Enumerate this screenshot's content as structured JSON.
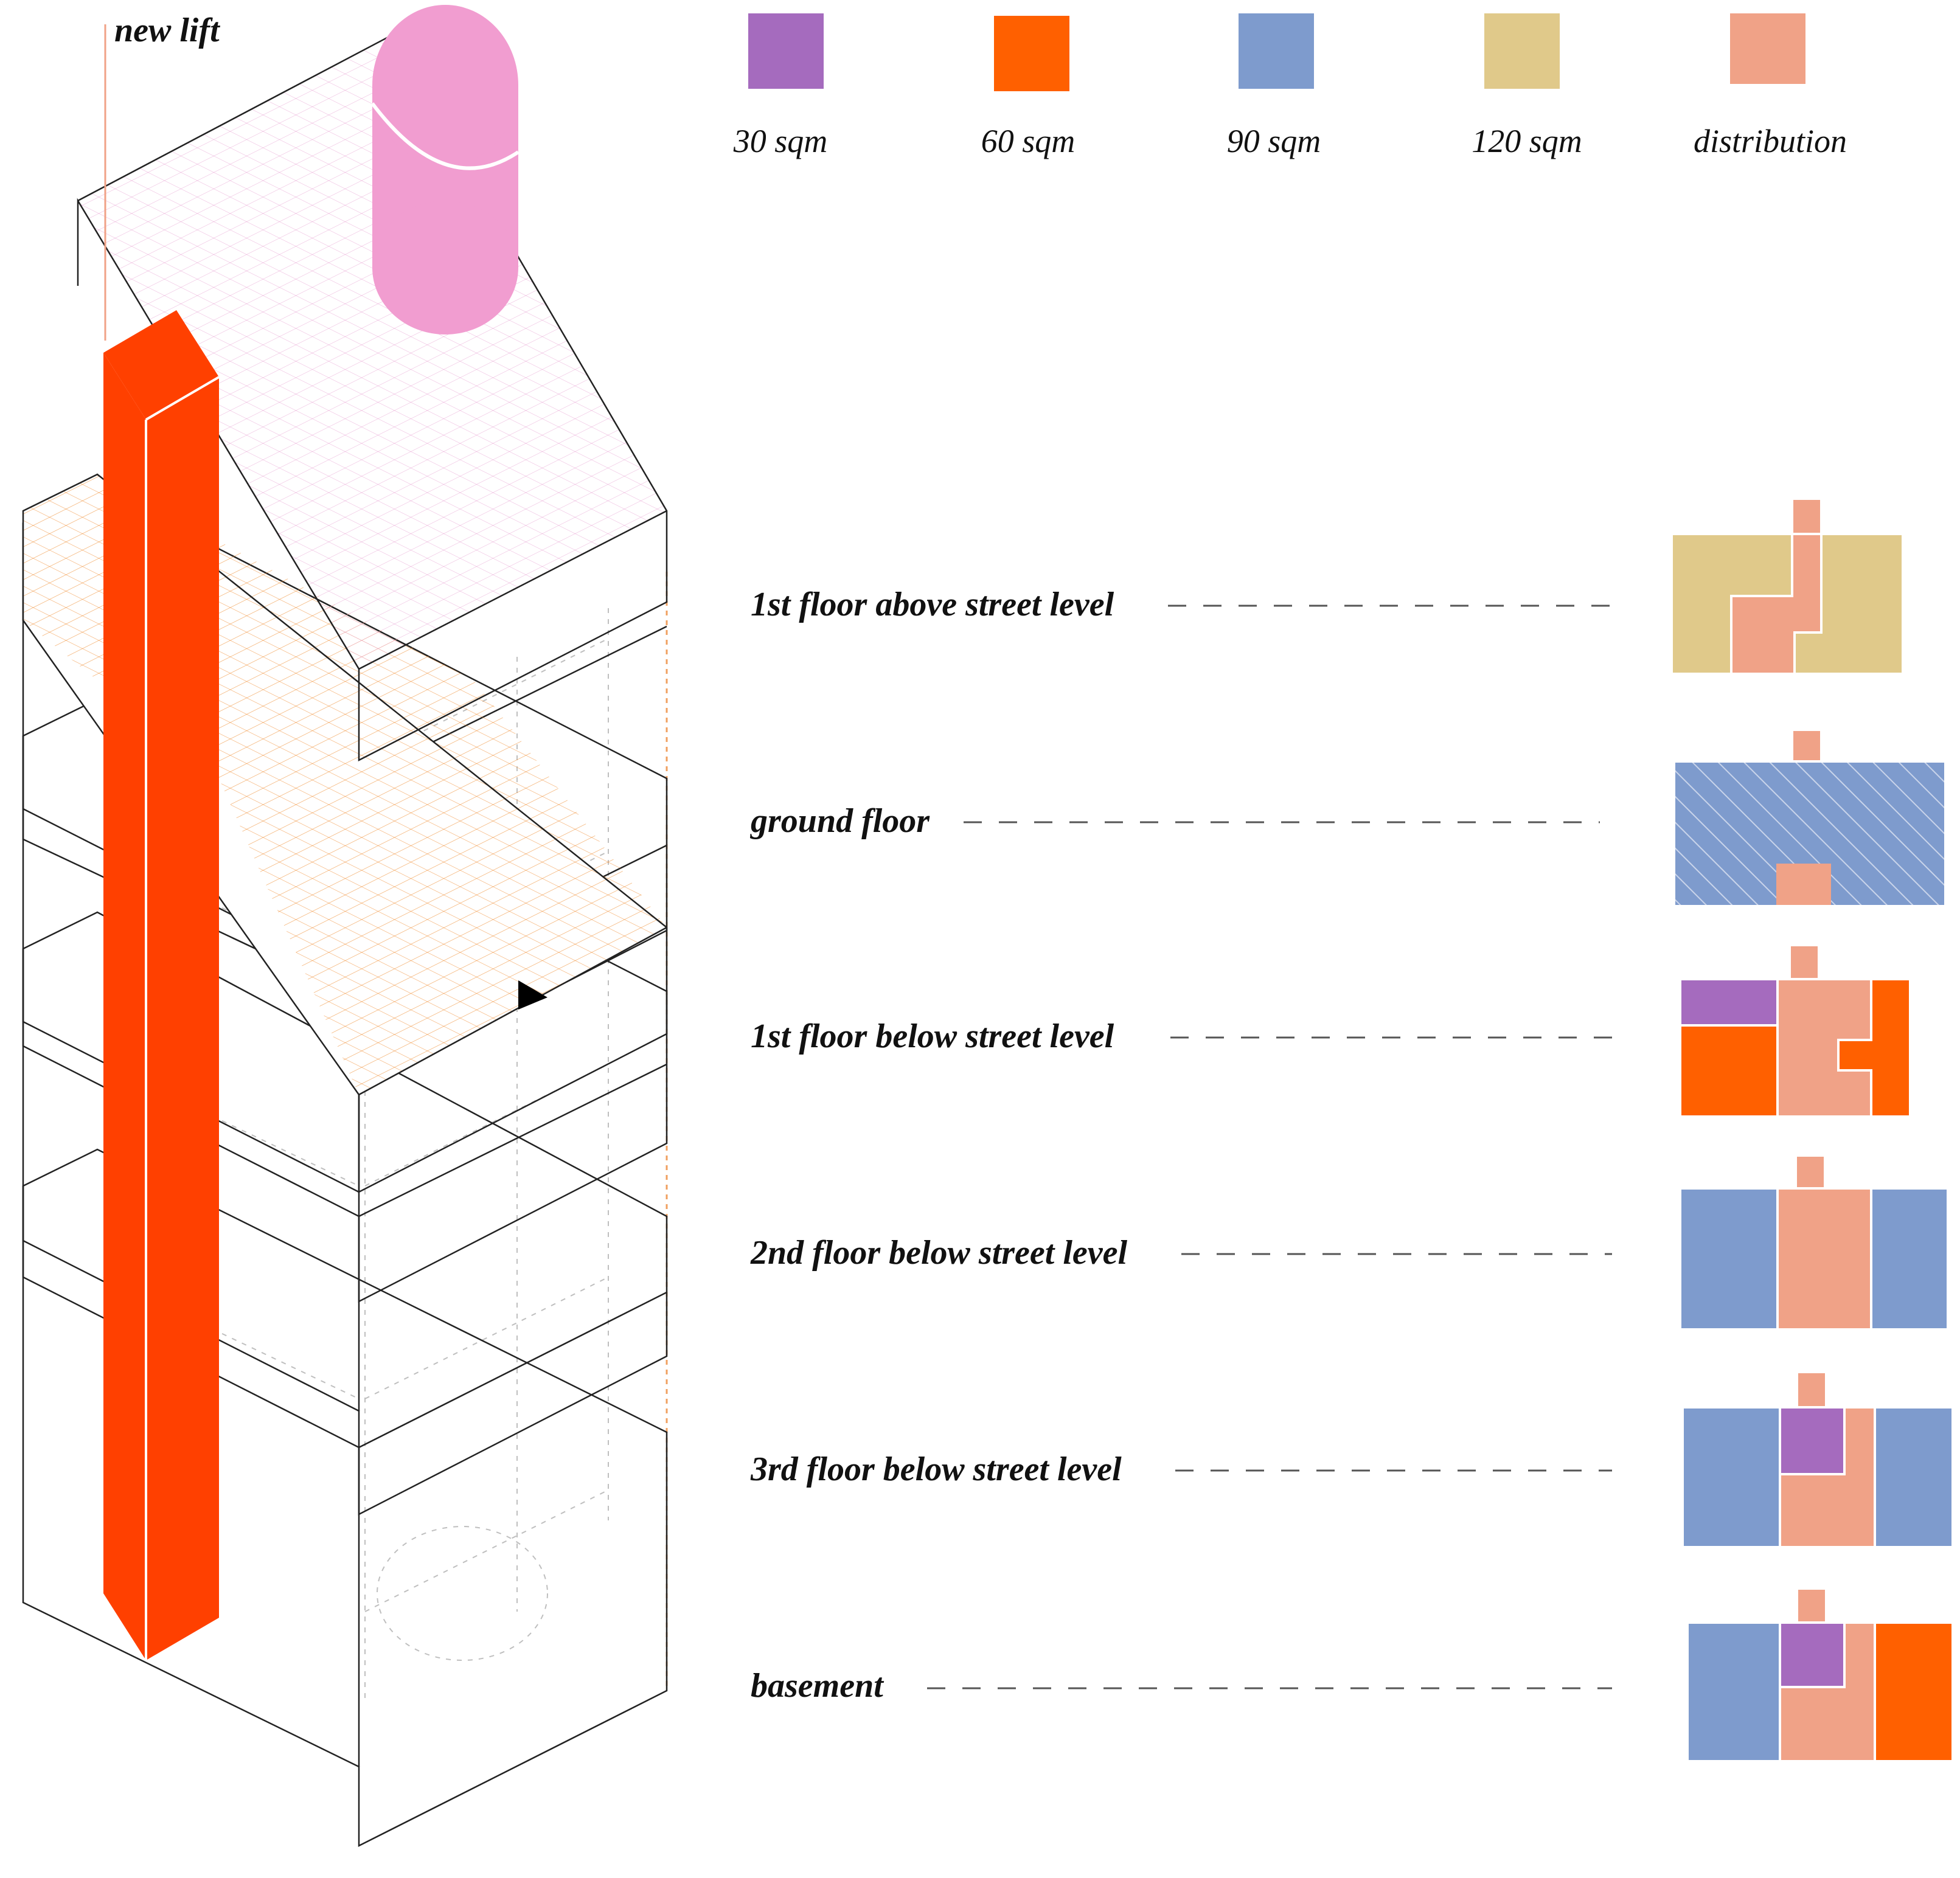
{
  "colors": {
    "sqm30": "#A56BBE",
    "sqm60": "#FF6000",
    "sqm90": "#7E9BCD",
    "sqm120": "#E0C98A",
    "distribution": "#F0A287",
    "lift": "#FF4000",
    "cylinder": "#F19DD0"
  },
  "legend": [
    {
      "key": "sqm30",
      "label": "30 sqm"
    },
    {
      "key": "sqm60",
      "label": "60 sqm"
    },
    {
      "key": "sqm90",
      "label": "90 sqm"
    },
    {
      "key": "sqm120",
      "label": "120 sqm"
    },
    {
      "key": "distribution",
      "label": "distribution"
    }
  ],
  "lift_label": "new lift",
  "floors": [
    {
      "label": "1st floor above street level"
    },
    {
      "label": "ground floor"
    },
    {
      "label": "1st floor below street level"
    },
    {
      "label": "2nd floor below street level"
    },
    {
      "label": "3rd floor below street level"
    },
    {
      "label": "basement"
    }
  ]
}
